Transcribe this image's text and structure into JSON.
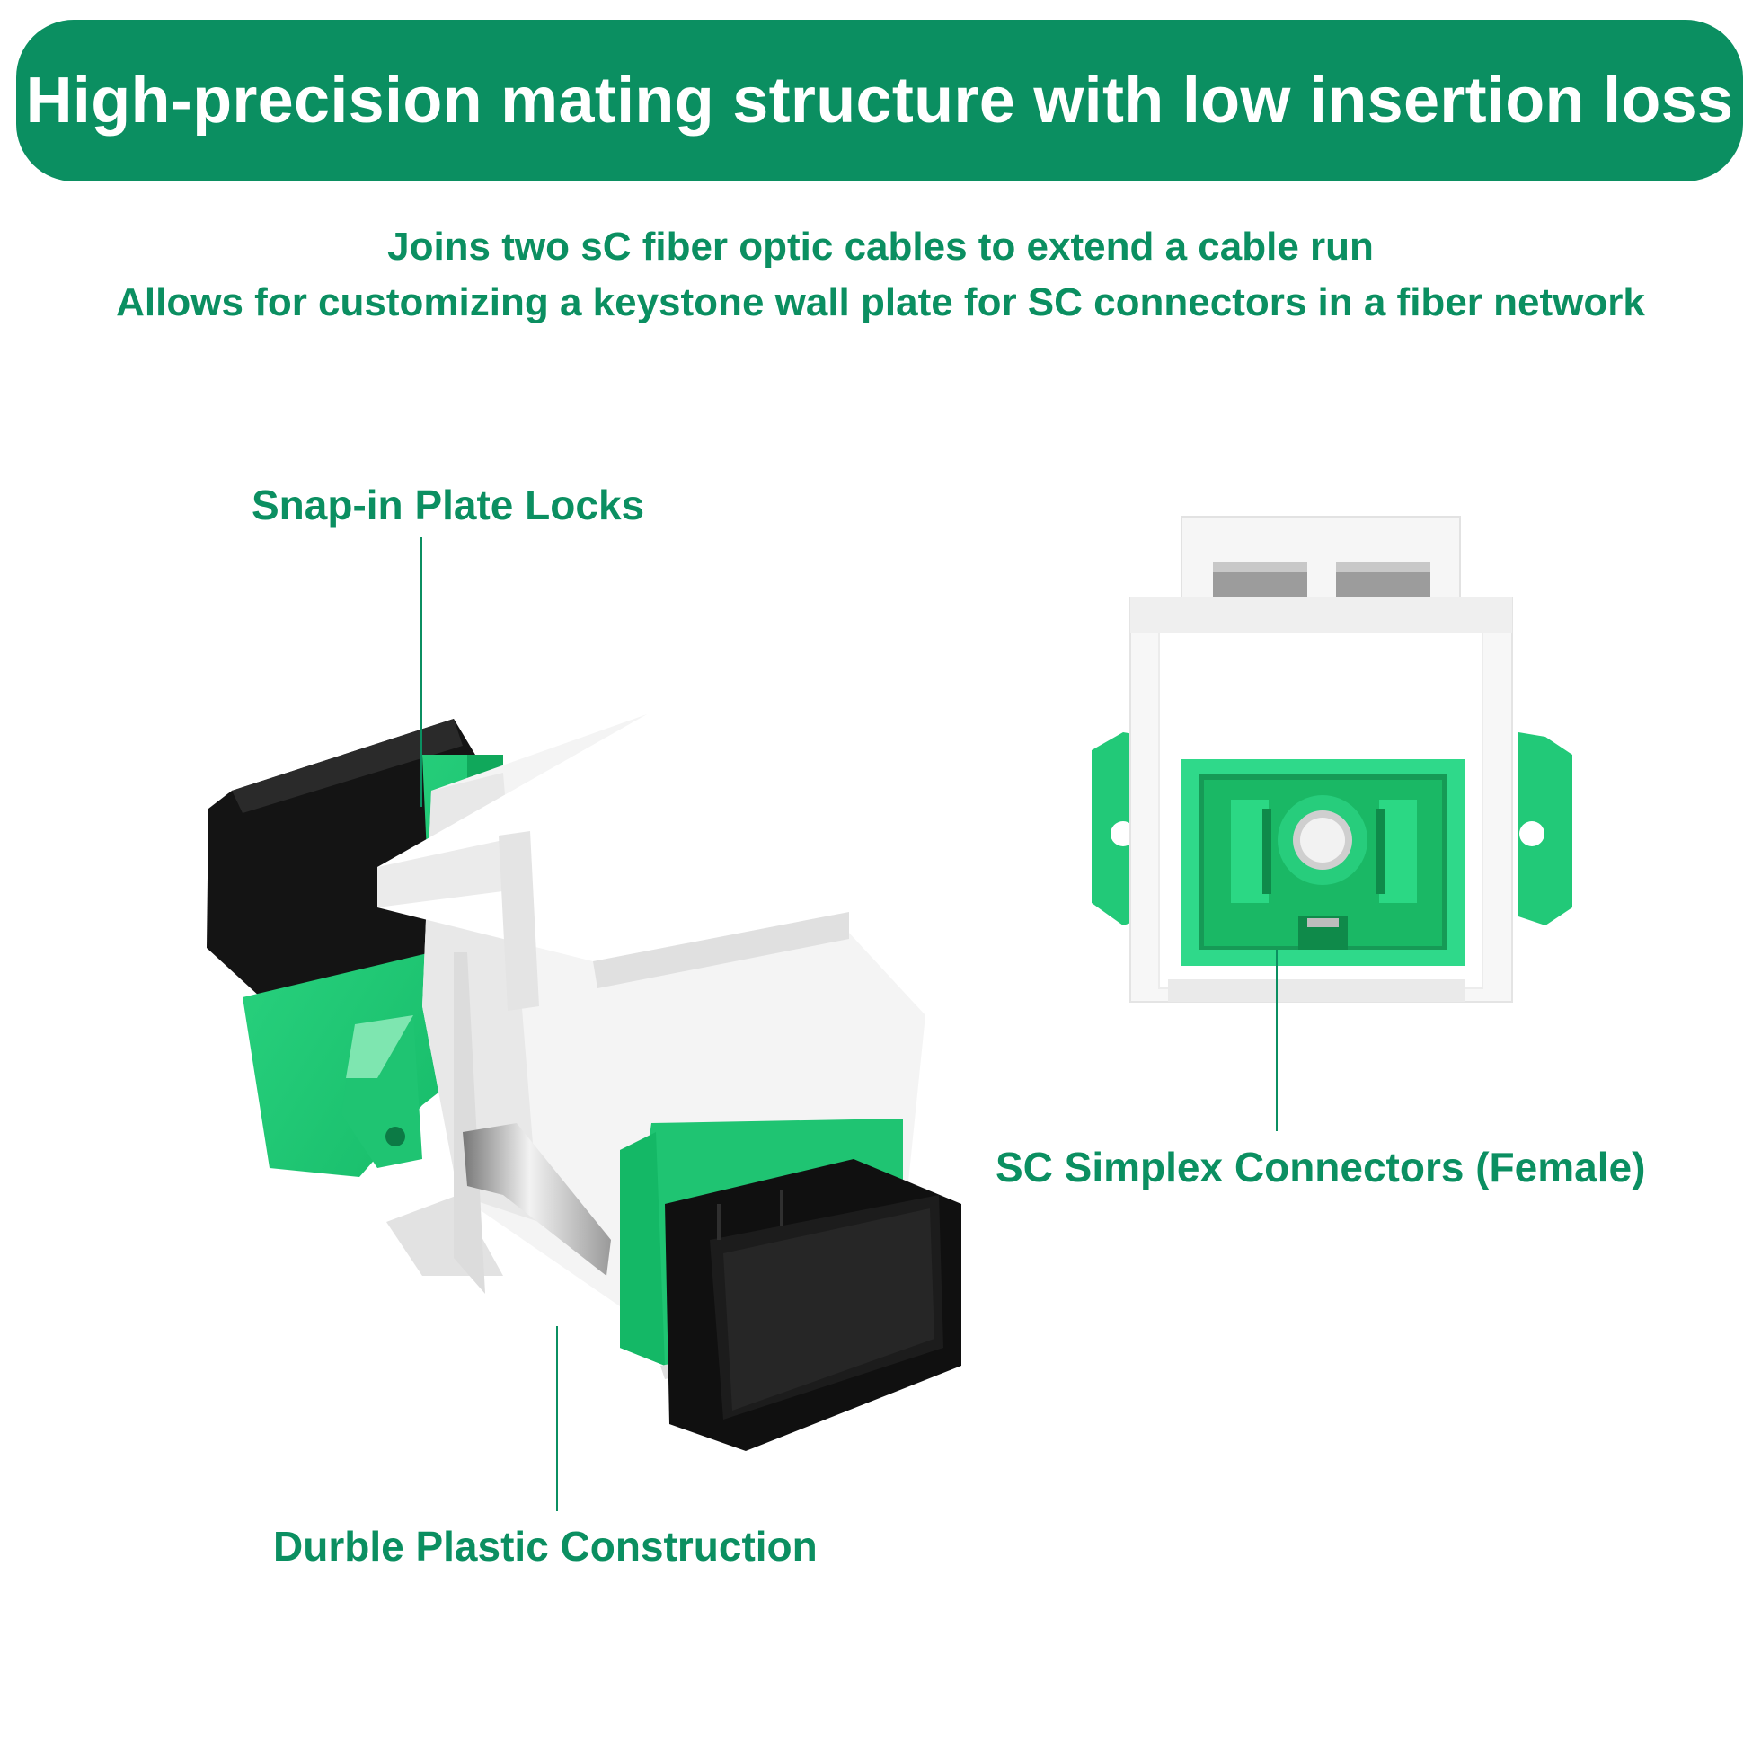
{
  "header": {
    "title": "High-precision mating structure with low insertion loss"
  },
  "subtitle": {
    "line1": "Joins two sC fiber optic cables to extend a cable run",
    "line2": "Allows for customizing a keystone wall plate for SC connectors in a fiber network"
  },
  "callouts": {
    "snap_in": "Snap-in Plate Locks",
    "connectors": "SC Simplex Connectors (Female)",
    "construction": "Durble Plastic Construction"
  },
  "colors": {
    "brand_green": "#0b8f61",
    "adapter_green": "#22c978",
    "body_white": "#f7f7f7",
    "cap_black": "#151515"
  }
}
